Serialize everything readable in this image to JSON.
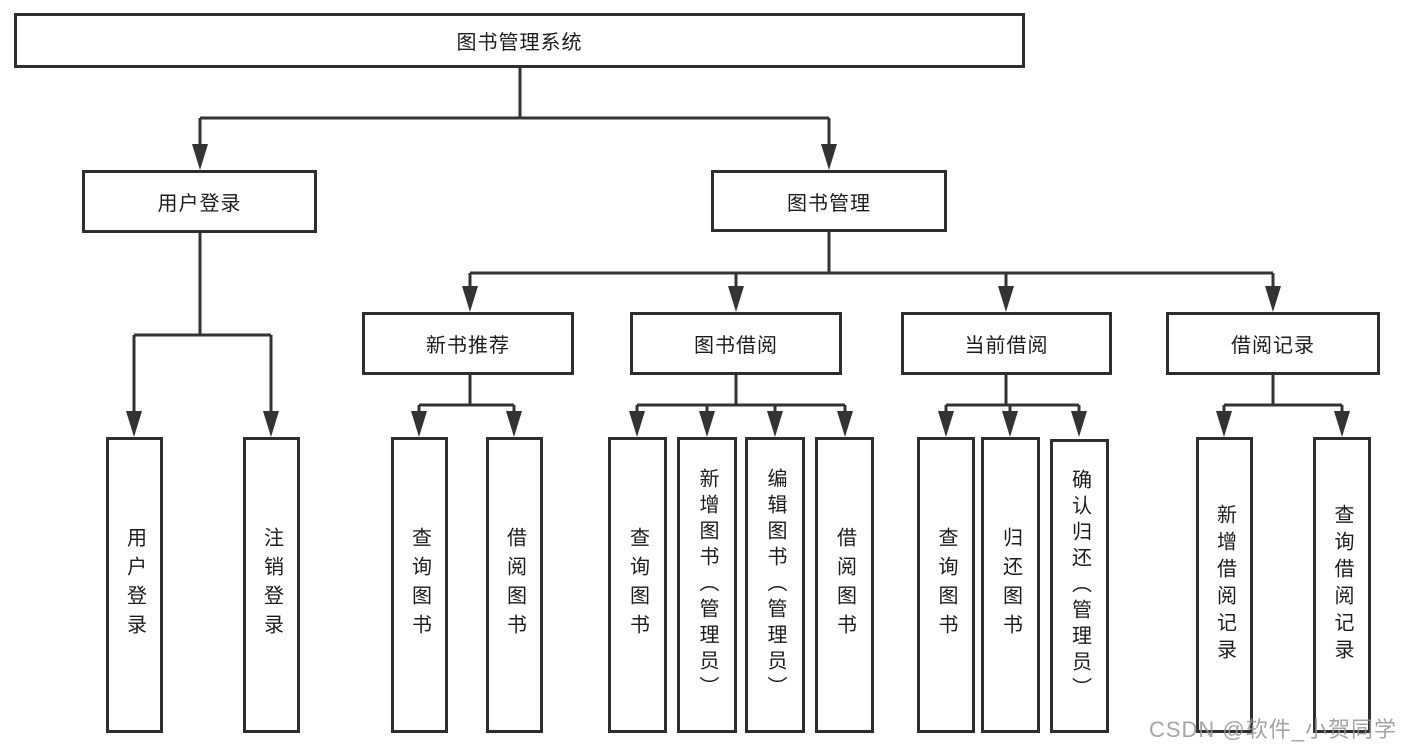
{
  "diagram": {
    "type": "hierarchy-tree",
    "title_node": "图书管理系统",
    "nodes": {
      "root": "图书管理系统",
      "user_login": "用户登录",
      "book_mgmt": "图书管理",
      "new_book_rec": "新书推荐",
      "book_borrow": "图书借阅",
      "current_borrow": "当前借阅",
      "borrow_records": "借阅记录",
      "leaf_user_login": "用户登录",
      "leaf_logout": "注销登录",
      "nb_query_books": "查询图书",
      "nb_borrow_books": "借阅图书",
      "bb_query_books": "查询图书",
      "bb_add_books": "新增图书（管理员）",
      "bb_edit_books": "编辑图书（管理员）",
      "bb_borrow_books": "借阅图书",
      "cb_query_books": "查询图书",
      "cb_return_books": "归还图书",
      "cb_confirm_return": "确认归还（管理员）",
      "br_add_record": "新增借阅记录",
      "br_query_record": "查询借阅记录"
    },
    "edges": [
      [
        "root",
        "user_login"
      ],
      [
        "root",
        "book_mgmt"
      ],
      [
        "user_login",
        "leaf_user_login"
      ],
      [
        "user_login",
        "leaf_logout"
      ],
      [
        "book_mgmt",
        "new_book_rec"
      ],
      [
        "book_mgmt",
        "book_borrow"
      ],
      [
        "book_mgmt",
        "current_borrow"
      ],
      [
        "book_mgmt",
        "borrow_records"
      ],
      [
        "new_book_rec",
        "nb_query_books"
      ],
      [
        "new_book_rec",
        "nb_borrow_books"
      ],
      [
        "book_borrow",
        "bb_query_books"
      ],
      [
        "book_borrow",
        "bb_add_books"
      ],
      [
        "book_borrow",
        "bb_edit_books"
      ],
      [
        "book_borrow",
        "bb_borrow_books"
      ],
      [
        "current_borrow",
        "cb_query_books"
      ],
      [
        "current_borrow",
        "cb_return_books"
      ],
      [
        "current_borrow",
        "cb_confirm_return"
      ],
      [
        "borrow_records",
        "br_add_record"
      ],
      [
        "borrow_records",
        "br_query_record"
      ]
    ]
  },
  "watermark": "CSDN @软件_小贺同学",
  "colors": {
    "line": "#333333",
    "border": "#2e2e2e",
    "text": "#1c1c1c",
    "background": "#ffffff",
    "watermark": "#949494"
  }
}
